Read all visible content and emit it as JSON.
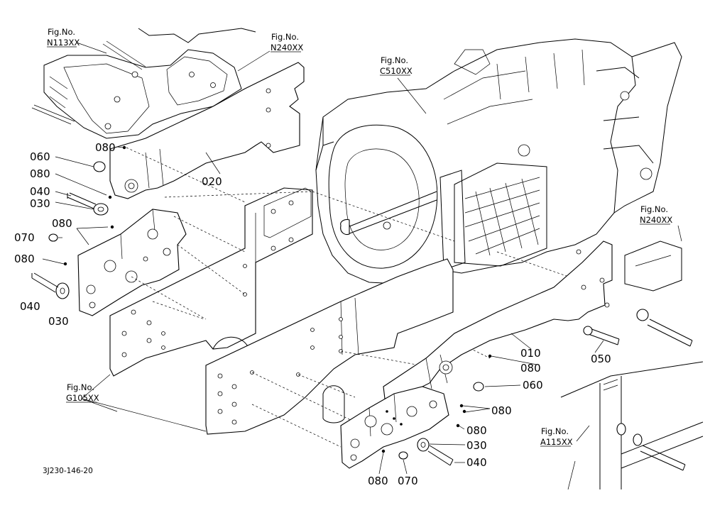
{
  "figure_refs": [
    {
      "key": "n113",
      "label": "Fig.No.",
      "code": "N113XX"
    },
    {
      "key": "n240a",
      "label": "Fig.No.",
      "code": "N240XX"
    },
    {
      "key": "c510",
      "label": "Fig.No.",
      "code": "C510XX"
    },
    {
      "key": "n240b",
      "label": "Fig.No.",
      "code": "N240XX"
    },
    {
      "key": "g105",
      "label": "Fig.No.",
      "code": "G105XX"
    },
    {
      "key": "a115",
      "label": "Fig.No.",
      "code": "A115XX"
    }
  ],
  "part_numbers": [
    "060",
    "080",
    "040",
    "030",
    "070",
    "020",
    "010",
    "050"
  ],
  "callouts": [
    {
      "key": "c080_top",
      "text": "080"
    },
    {
      "key": "c060_left",
      "text": "060"
    },
    {
      "key": "c080_left1",
      "text": "080"
    },
    {
      "key": "c040_left1",
      "text": "040"
    },
    {
      "key": "c030_left1",
      "text": "030"
    },
    {
      "key": "c080_left2",
      "text": "080"
    },
    {
      "key": "c070_left",
      "text": "070"
    },
    {
      "key": "c080_left3",
      "text": "080"
    },
    {
      "key": "c040_left2",
      "text": "040"
    },
    {
      "key": "c030_left2",
      "text": "030"
    },
    {
      "key": "c020",
      "text": "020"
    },
    {
      "key": "c010",
      "text": "010"
    },
    {
      "key": "c050",
      "text": "050"
    },
    {
      "key": "c080_r1",
      "text": "080"
    },
    {
      "key": "c060_r",
      "text": "060"
    },
    {
      "key": "c080_r2",
      "text": "080"
    },
    {
      "key": "c080_r3",
      "text": "080"
    },
    {
      "key": "c030_r",
      "text": "030"
    },
    {
      "key": "c040_r",
      "text": "040"
    },
    {
      "key": "c080_bot",
      "text": "080"
    },
    {
      "key": "c070_bot",
      "text": "070"
    }
  ],
  "drawing_code": "3J230-146-20"
}
